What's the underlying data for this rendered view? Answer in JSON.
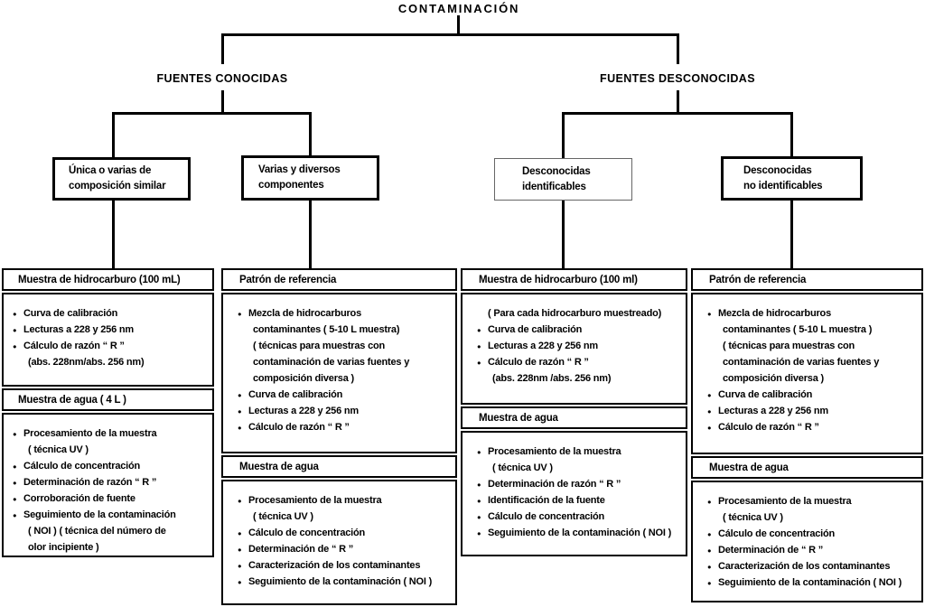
{
  "title": "CONTAMINACIÓN",
  "colors": {
    "line": "#000000",
    "background": "#ffffff",
    "border": "#000000"
  },
  "branches": [
    {
      "label": "FUENTES CONOCIDAS"
    },
    {
      "label": "FUENTES DESCONOCIDAS"
    }
  ],
  "type_boxes": [
    {
      "lines": [
        "Única o varias de",
        "composición similar"
      ]
    },
    {
      "lines": [
        "Varias y diversos",
        "componentes"
      ]
    },
    {
      "lines": [
        "Desconocidas",
        "identificables"
      ]
    },
    {
      "lines": [
        "Desconocidas",
        "no identificables"
      ]
    }
  ],
  "detail_columns": [
    {
      "sections": [
        {
          "type": "header",
          "text": "Muestra de hidrocarburo (100 mL)"
        },
        {
          "type": "body",
          "items": [
            {
              "bullet": true,
              "lines": [
                "Curva de calibración"
              ]
            },
            {
              "bullet": true,
              "lines": [
                "Lecturas a 228 y 256 nm"
              ]
            },
            {
              "bullet": true,
              "lines": [
                "Cálculo de razón “ R ”",
                "(abs. 228nm/abs. 256 nm)"
              ]
            }
          ]
        },
        {
          "type": "header",
          "text": "Muestra de agua ( 4 L )"
        },
        {
          "type": "body",
          "items": [
            {
              "bullet": true,
              "lines": [
                "Procesamiento de la muestra",
                "( técnica UV )"
              ]
            },
            {
              "bullet": true,
              "lines": [
                "Cálculo de concentración"
              ]
            },
            {
              "bullet": true,
              "lines": [
                "Determinación de razón “ R ”"
              ]
            },
            {
              "bullet": true,
              "lines": [
                "Corroboración de fuente"
              ]
            },
            {
              "bullet": true,
              "lines": [
                "Seguimiento de la contaminación",
                "( NOI ) ( técnica del número de",
                "olor incipiente )"
              ]
            }
          ]
        }
      ]
    },
    {
      "sections": [
        {
          "type": "header",
          "text": "Patrón de referencia"
        },
        {
          "type": "body",
          "items": [
            {
              "bullet": true,
              "lines": [
                "Mezcla de hidrocarburos",
                "contaminantes ( 5-10 L muestra)",
                "( técnicas para muestras con",
                "contaminación de varias fuentes y",
                "composición diversa )"
              ]
            },
            {
              "bullet": true,
              "lines": [
                "Curva de calibración"
              ]
            },
            {
              "bullet": true,
              "lines": [
                "Lecturas a 228 y 256 nm"
              ]
            },
            {
              "bullet": true,
              "lines": [
                "Cálculo de razón “ R ”"
              ]
            }
          ]
        },
        {
          "type": "header",
          "text": "Muestra de agua"
        },
        {
          "type": "body",
          "items": [
            {
              "bullet": true,
              "lines": [
                "Procesamiento de la muestra",
                "( técnica UV )"
              ]
            },
            {
              "bullet": true,
              "lines": [
                "Cálculo de concentración"
              ]
            },
            {
              "bullet": true,
              "lines": [
                "Determinación de “ R ”"
              ]
            },
            {
              "bullet": true,
              "lines": [
                "Caracterización de los contaminantes"
              ]
            },
            {
              "bullet": true,
              "lines": [
                "Seguimiento de la contaminación ( NOI )"
              ]
            }
          ]
        }
      ]
    },
    {
      "sections": [
        {
          "type": "header",
          "text": "Muestra de hidrocarburo (100 ml)"
        },
        {
          "type": "body",
          "items": [
            {
              "bullet": false,
              "lines": [
                "( Para cada hidrocarburo muestreado)"
              ]
            },
            {
              "bullet": true,
              "lines": [
                "Curva de calibración"
              ]
            },
            {
              "bullet": true,
              "lines": [
                "Lecturas a 228 y 256 nm"
              ]
            },
            {
              "bullet": true,
              "lines": [
                "Cálculo de razón “ R ”",
                "(abs. 228nm /abs. 256 nm)"
              ]
            }
          ]
        },
        {
          "type": "header",
          "text": "Muestra de agua"
        },
        {
          "type": "body",
          "items": [
            {
              "bullet": true,
              "lines": [
                "Procesamiento de la muestra",
                "( técnica UV )"
              ]
            },
            {
              "bullet": true,
              "lines": [
                "Determinación de razón “ R ”"
              ]
            },
            {
              "bullet": true,
              "lines": [
                "Identificación de la fuente"
              ]
            },
            {
              "bullet": true,
              "lines": [
                "Cálculo de concentración"
              ]
            },
            {
              "bullet": true,
              "lines": [
                "Seguimiento de la contaminación ( NOI )"
              ]
            }
          ]
        }
      ]
    },
    {
      "sections": [
        {
          "type": "header",
          "text": "Patrón de referencia"
        },
        {
          "type": "body",
          "items": [
            {
              "bullet": true,
              "lines": [
                "Mezcla de hidrocarburos",
                "contaminantes ( 5-10 L muestra )",
                "( técnicas para muestras con",
                "contaminación de varias fuentes y",
                "composición diversa )"
              ]
            },
            {
              "bullet": true,
              "lines": [
                "Curva de calibración"
              ]
            },
            {
              "bullet": true,
              "lines": [
                "Lecturas a 228 y 256 nm"
              ]
            },
            {
              "bullet": true,
              "lines": [
                "Cálculo de razón “ R ”"
              ]
            }
          ]
        },
        {
          "type": "header",
          "text": "Muestra de agua"
        },
        {
          "type": "body",
          "items": [
            {
              "bullet": true,
              "lines": [
                "Procesamiento de la muestra",
                "( técnica UV )"
              ]
            },
            {
              "bullet": true,
              "lines": [
                "Cálculo de concentración"
              ]
            },
            {
              "bullet": true,
              "lines": [
                "Determinación de “ R ”"
              ]
            },
            {
              "bullet": true,
              "lines": [
                "Caracterización de los contaminantes"
              ]
            },
            {
              "bullet": true,
              "lines": [
                "Seguimiento de la contaminación ( NOI )"
              ]
            }
          ]
        }
      ]
    }
  ]
}
